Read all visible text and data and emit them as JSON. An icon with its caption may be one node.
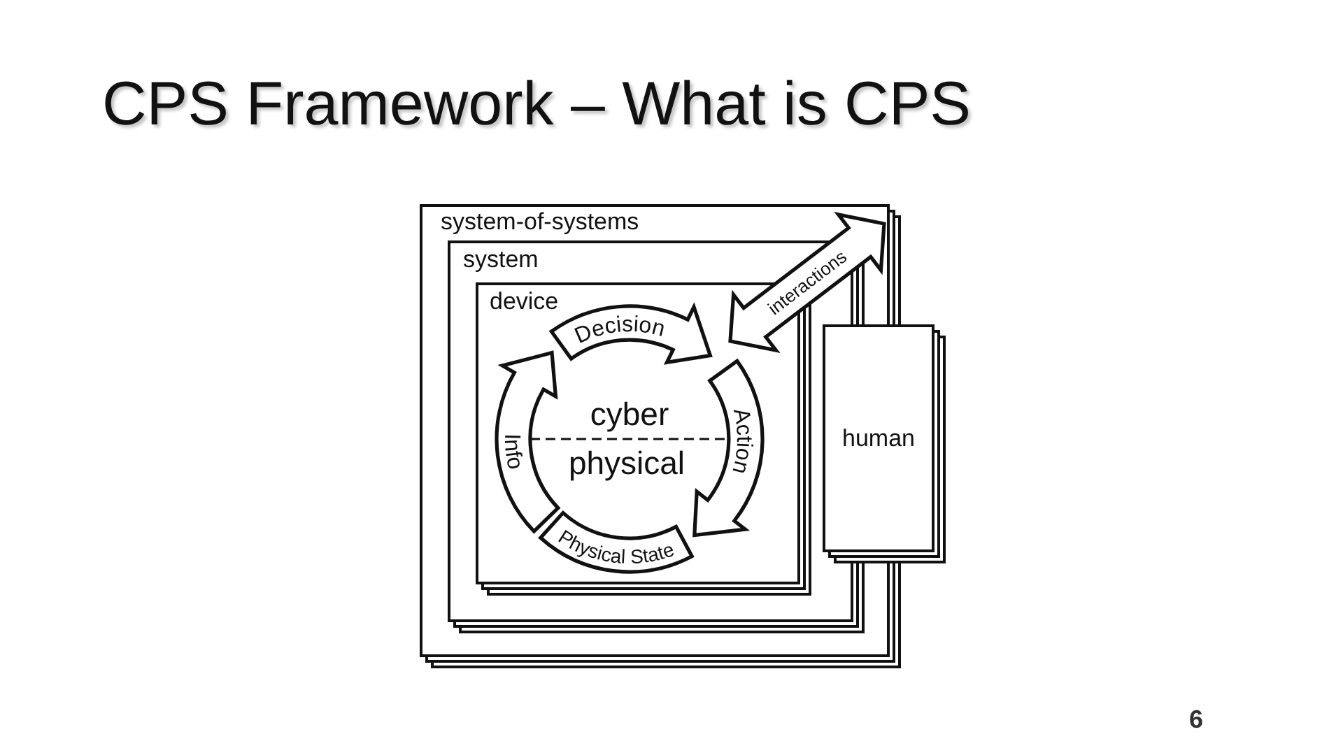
{
  "diagram": {
    "title": "CPS Framework – What is CPS",
    "nodes": [
      {
        "text": [
          "system-of-systems"
        ]
      },
      {
        "text": [
          "system"
        ],
        "in": 0
      },
      {
        "text": [
          "interactions"
        ],
        "in": 0
      },
      {
        "text": [
          "device"
        ],
        "in": 1
      },
      {
        "text": [
          "Decision"
        ],
        "in": 3
      },
      {
        "text": [
          "Info"
        ],
        "in": 3
      },
      {
        "text": [
          "Action"
        ],
        "in": 3
      },
      {
        "text": [
          "Physical State"
        ],
        "in": 3
      },
      {
        "text": [
          "human"
        ]
      }
    ],
    "labels": [
      "cyber",
      "physical",
      "6"
    ]
  }
}
